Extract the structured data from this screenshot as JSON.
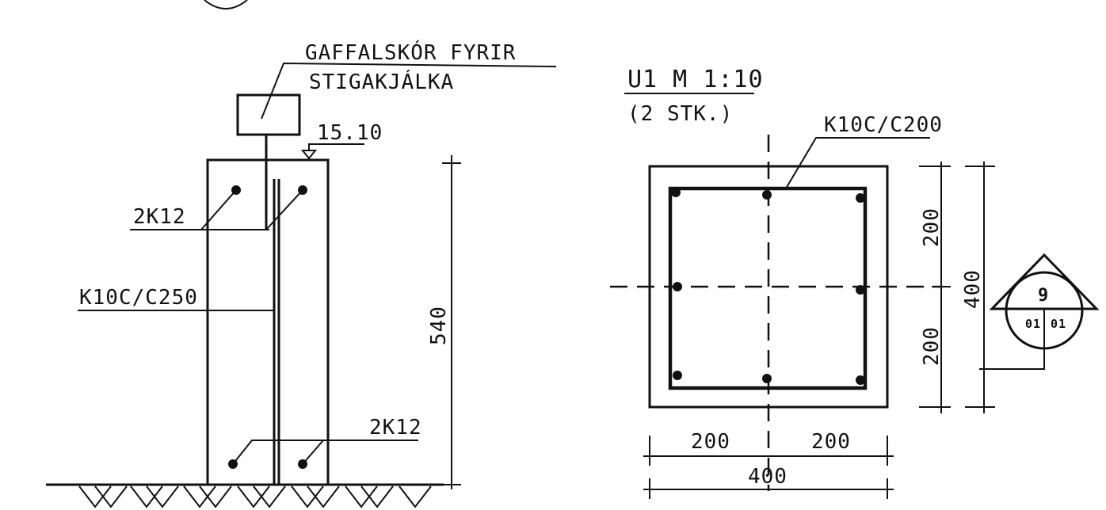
{
  "elevation": {
    "note_line1": "GAFFALSKÓR FYRIR",
    "note_line2": "STIGAKJÁLKA",
    "level": "15.10",
    "top_bars": "2K12",
    "stirrups": "K10C/C250",
    "bottom_bars": "2K12",
    "height_dim": "540"
  },
  "section": {
    "title": "U1 M 1:10",
    "quantity": "(2 STK.)",
    "stirrup": "K10C/C200",
    "dim_right_upper": "200",
    "dim_right_lower": "200",
    "dim_right_total": "400",
    "dim_bottom_left": "200",
    "dim_bottom_right": "200",
    "dim_bottom_total": "400"
  },
  "reference_mark": {
    "number": "9",
    "sheet_left": "01",
    "sheet_right": "01"
  }
}
